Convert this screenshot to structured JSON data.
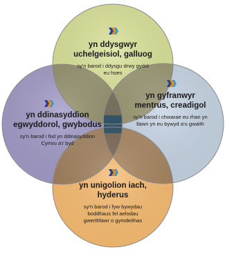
{
  "colors": {
    "top": "#dbe39a",
    "right": "#c7d5e4",
    "left": "#a39cc8",
    "bottom": "#f8bd73",
    "overlap": "#6b5e55",
    "center": "#2f5a72",
    "outline": "#8a8a8a",
    "chevron_dark": "#2a3e8c",
    "chevron_mid": "#e58a21",
    "chevron_light": "#2e9bd0"
  },
  "circles": {
    "top": {
      "icon": "chevron-arrows-icon",
      "title_lines": [
        "yn ddysgwyr",
        "uchelgeisiol, galluog"
      ],
      "desc_lines": [
        "sy'n barod i ddysgu drwy gydol",
        "eu hoes"
      ]
    },
    "right": {
      "icon": "chevron-arrows-icon",
      "title_lines": [
        "yn gyfranwyr",
        "mentrus, creadigol"
      ],
      "desc_lines": [
        "sy'n barod i chwarae eu rhan yn",
        "llawn yn eu bywyd a'u gwaith"
      ]
    },
    "left": {
      "icon": "chevron-arrows-icon",
      "title_lines": [
        "yn ddinasyddion",
        "egwyddorol, gwybodus"
      ],
      "desc_lines": [
        "sy'n barod i fod yn ddinasyddion",
        "Cymru a'r byd"
      ]
    },
    "bottom": {
      "icon": "chevron-arrows-icon",
      "title_lines": [
        "yn unigolion iach,",
        "hyderus"
      ],
      "desc_lines": [
        "sy'n barod i fyw bywydau",
        "boddhaus fel aelodau",
        "gwerthfawr o gymdeithas"
      ]
    }
  }
}
